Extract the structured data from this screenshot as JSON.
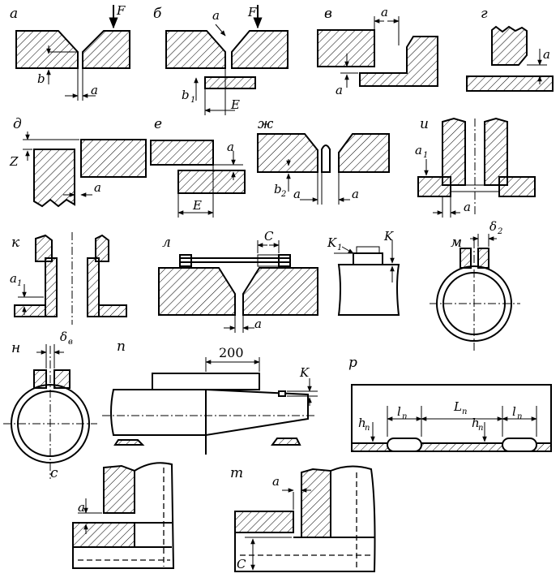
{
  "panels": [
    {
      "id": "a",
      "letter": "а",
      "dims": [
        "F",
        "b",
        "a"
      ]
    },
    {
      "id": "b",
      "letter": "б",
      "dims": [
        "a",
        "F",
        "b",
        "E"
      ],
      "subs": [
        "1"
      ]
    },
    {
      "id": "v",
      "letter": "в",
      "dims": [
        "a",
        "a"
      ]
    },
    {
      "id": "g",
      "letter": "г",
      "dims": [
        "a"
      ]
    },
    {
      "id": "d",
      "letter": "д",
      "dims": [
        "Z",
        "a"
      ]
    },
    {
      "id": "e",
      "letter": "е",
      "dims": [
        "a",
        "E"
      ]
    },
    {
      "id": "zh",
      "letter": "ж",
      "dims": [
        "b",
        "a",
        "a"
      ],
      "subs": [
        "2"
      ]
    },
    {
      "id": "i",
      "letter": "и",
      "dims": [
        "a",
        "a"
      ],
      "subs": [
        "1"
      ]
    },
    {
      "id": "k",
      "letter": "к",
      "dims": [
        "a"
      ],
      "subs": [
        "1"
      ]
    },
    {
      "id": "l",
      "letter": "л",
      "dims": [
        "C",
        "a",
        "K",
        "K"
      ],
      "subs": [
        "1"
      ]
    },
    {
      "id": "m",
      "letter": "м",
      "dims": [
        "δ"
      ],
      "subs": [
        "2"
      ]
    },
    {
      "id": "n",
      "letter": "н",
      "dims": [
        "δ"
      ],
      "subs": [
        "в"
      ]
    },
    {
      "id": "p",
      "letter": "п",
      "dims": [
        "200",
        "K"
      ]
    },
    {
      "id": "r",
      "letter": "р",
      "dims": [
        "h",
        "l",
        "L",
        "h",
        "l"
      ],
      "subs": [
        "п",
        "п",
        "п",
        "п",
        "п"
      ]
    },
    {
      "id": "s",
      "letter": "с",
      "dims": [
        "a"
      ]
    },
    {
      "id": "t",
      "letter": "т",
      "dims": [
        "a",
        "C"
      ]
    }
  ]
}
